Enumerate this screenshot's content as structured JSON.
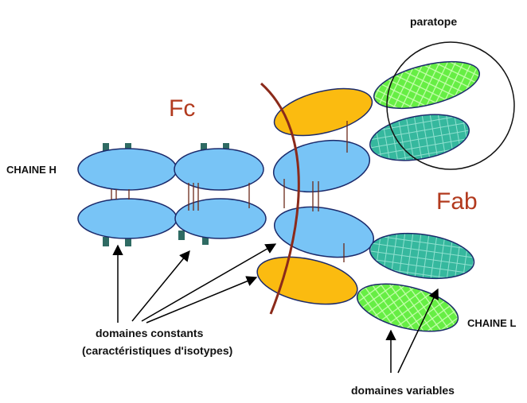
{
  "labels": {
    "paratope": "paratope",
    "fc": "Fc",
    "fab": "Fab",
    "chain_h": "CHAINE H",
    "chain_l": "CHAINE L",
    "constant_line1": "domaines constants",
    "constant_line2": "(caractéristiques d'isotypes)",
    "variable": "domaines variables"
  },
  "colors": {
    "heavy_constant": "#78c4f6",
    "light_constant": "#fbbb10",
    "heavy_variable": "#36b89e",
    "light_variable": "#66ee44",
    "hinge_curve": "#8b2a1a",
    "label_red": "#b23a1e"
  }
}
